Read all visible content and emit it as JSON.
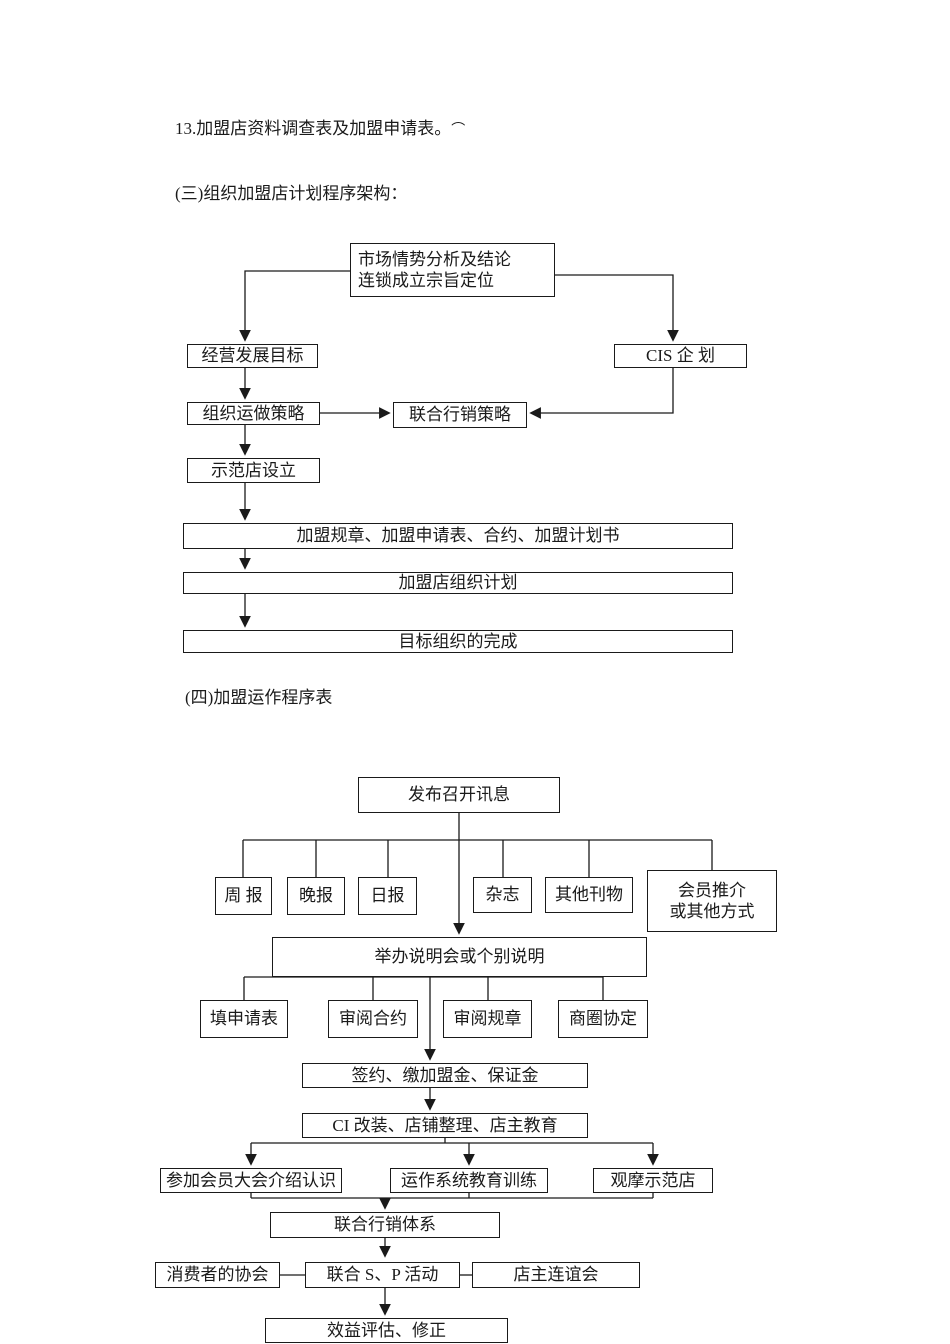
{
  "page": {
    "item_13": "13.加盟店资料调查表及加盟申请表。",
    "item_13_mark": "⌒",
    "section_3_heading": "(三)组织加盟店计划程序架构：",
    "section_4_heading": "(四)加盟运作程序表"
  },
  "flow1": {
    "title": "组织加盟店计划程序架构",
    "nodes": {
      "market": {
        "line1": "市场情势分析及结论",
        "line2": "连锁成立宗旨定位"
      },
      "goals": "经营发展目标",
      "cis": "CIS 企 划",
      "org_strategy": "组织运做策略",
      "joint_marketing": "联合行销策略",
      "demo_store": "示范店设立",
      "wide1": "加盟规章、加盟申请表、合约、加盟计划书",
      "wide2": "加盟店组织计划",
      "wide3": "目标组织的完成"
    },
    "edges": [
      "市场情势分析及结论/连锁成立宗旨定位 → 经营发展目标",
      "市场情势分析及结论/连锁成立宗旨定位 → CIS 企划",
      "经营发展目标 → 组织运做策略",
      "组织运做策略 → 联合行销策略",
      "CIS 企划 → 联合行销策略",
      "组织运做策略 → 示范店设立",
      "示范店设立 → 加盟规章、加盟申请表、合约、加盟计划书",
      "加盟规章、加盟申请表、合约、加盟计划书 → 加盟店组织计划",
      "加盟店组织计划 → 目标组织的完成"
    ]
  },
  "flow2": {
    "title": "加盟运作程序表",
    "nodes": {
      "announce": "发布召开讯息",
      "weekly": "周 报",
      "evening": "晚报",
      "daily": "日报",
      "magazine": "杂志",
      "other_pub": "其他刊物",
      "referral": {
        "line1": "会员推介",
        "line2": "或其他方式"
      },
      "seminar": "举办说明会或个别说明",
      "fill_form": "填申请表",
      "review_contract": "审阅合约",
      "review_rules": "审阅规章",
      "area_agreement": "商圈协定",
      "sign": "签约、缴加盟金、保证金",
      "ci": "CI 改装、店铺整理、店主教育",
      "member_meeting": "参加会员大会介绍认识",
      "training": "运作系统教育训练",
      "observe": "观摩示范店",
      "joint_system": "联合行销体系",
      "consumer_assoc": "消费者的协会",
      "sp_activity": "联合 S、P 活动",
      "owner_club": "店主连谊会",
      "evaluation": "效益评估、修正"
    },
    "edges": [
      "发布召开讯息 → 周报/晚报/日报/杂志/其他刊物/会员推介或其他方式",
      "发布召开讯息 → 举办说明会或个别说明",
      "举办说明会或个别说明 → 填申请表/审阅合约/审阅规章/商圈协定",
      "举办说明会或个别说明 → 签约、缴加盟金、保证金",
      "签约、缴加盟金、保证金 → CI 改装、店铺整理、店主教育",
      "CI 改装、店铺整理、店主教育 → 参加会员大会介绍认识/运作系统教育训练/观摩示范店",
      "参加会员大会介绍认识/运作系统教育训练/观摩示范店 → 联合行销体系",
      "联合行销体系 → 联合 S、P 活动",
      "消费者的协会 — 联合 S、P 活动 — 店主连谊会",
      "联合 S、P 活动 → 效益评估、修正"
    ]
  }
}
